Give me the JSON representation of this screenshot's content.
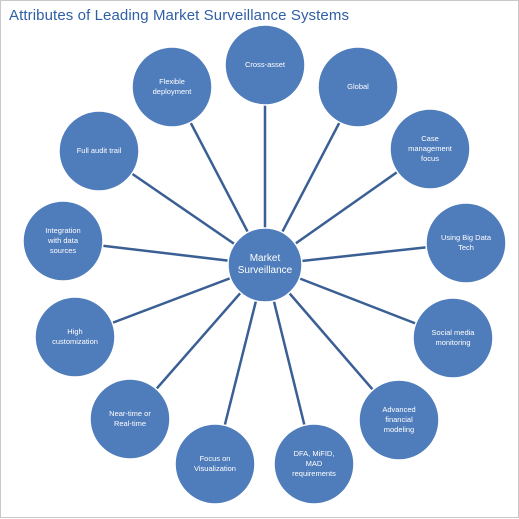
{
  "title": "Attributes  of Leading  Market Surveillance  Systems",
  "colors": {
    "node": "#4f7cbb",
    "line": "#3a5f94",
    "title": "#2f5fa6"
  },
  "center": {
    "label": "Market\nSurveillance"
  },
  "nodes": [
    {
      "label": "Cross-asset"
    },
    {
      "label": "Global"
    },
    {
      "label": "Case\nmanagement\nfocus"
    },
    {
      "label": "Using  Big Data\nTech"
    },
    {
      "label": "Social media\nmonitoring"
    },
    {
      "label": "Advanced\nfinancial\nmodeling"
    },
    {
      "label": "DFA, MiFID,\nMAD\nrequirements"
    },
    {
      "label": "Focus on\nVisualization"
    },
    {
      "label": "Near-time or\nReal-time"
    },
    {
      "label": "High\ncustomization"
    },
    {
      "label": "Integration\nwith data\nsources"
    },
    {
      "label": "Full audit trail"
    },
    {
      "label": "Flexible\ndeployment"
    }
  ]
}
